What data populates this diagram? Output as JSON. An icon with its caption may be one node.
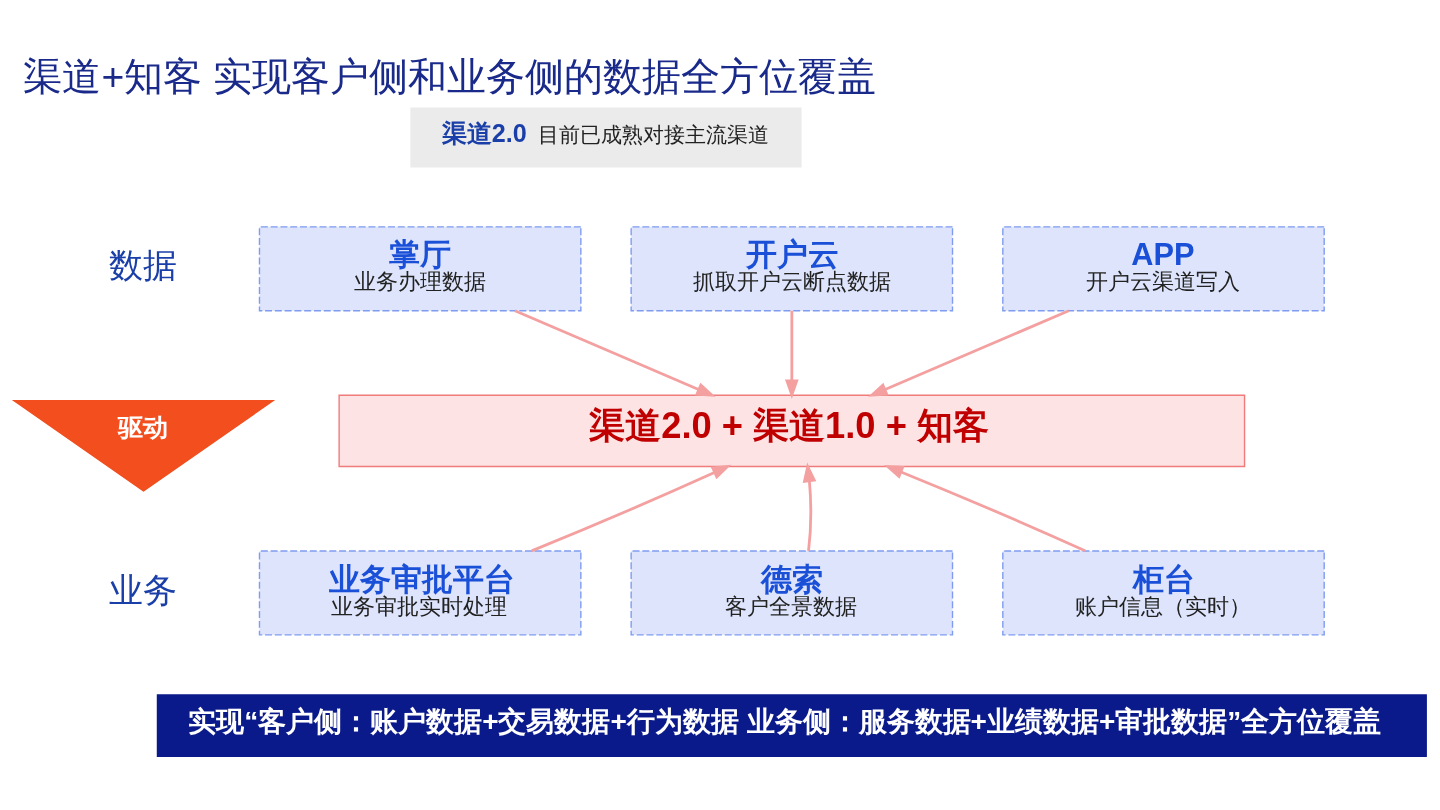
{
  "diagram": {
    "title": "渠道+知客 实现客户侧和业务侧的数据全方位覆盖",
    "nodes": [
      {
        "text": [
          "渠道2.0",
          "目前已成熟对接主流渠道"
        ]
      },
      {
        "text": [
          "APP",
          "开户云渠道写入"
        ]
      },
      {
        "text": [
          "掌厅",
          "业务办理数据"
        ]
      },
      {
        "text": [
          "开户云",
          "抓取开户云断点数据"
        ]
      },
      {
        "text": [
          "渠道2.0 + 渠道1.0 + 知客"
        ]
      },
      {
        "text": [
          "德索",
          "客户全景数据"
        ]
      },
      {
        "text": [
          "柜台",
          "账户信息（实时）"
        ]
      },
      {
        "text": [
          "业务审批平台",
          "业务审批实时处理"
        ]
      },
      {
        "text": [
          "驱动"
        ]
      },
      {
        "text": [
          "实现“客户侧：账户数据+交易数据+行为数据 业务侧：服务数据+业绩数据+审批数据”全方位覆盖"
        ]
      }
    ],
    "edges": [
      {
        "from": 1,
        "to": 4,
        "arrow": "to"
      },
      {
        "from": 2,
        "to": 4,
        "arrow": "to"
      },
      {
        "from": 3,
        "to": 4,
        "arrow": "to"
      },
      {
        "from": 5,
        "to": 4,
        "arrow": "to"
      },
      {
        "from": 6,
        "to": 4,
        "arrow": "to"
      },
      {
        "from": 7,
        "to": 4,
        "arrow": "to"
      }
    ],
    "labels": [
      "数据",
      "业务"
    ]
  }
}
